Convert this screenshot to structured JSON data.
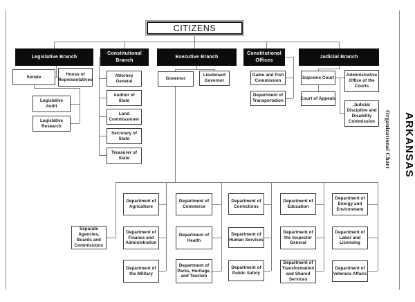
{
  "sidebar": {
    "state": "ARKANSAS",
    "subtitle": "Organizational Chart"
  },
  "root": {
    "label": "CITIZENS"
  },
  "headers": {
    "legislative": "Legislative Branch",
    "constitutional_branch": "Constitutional\nBranch",
    "executive": "Executive Branch",
    "constitutional_offices": "Constitutional\nOffices",
    "judicial": "Judicial Branch"
  },
  "legislative": {
    "senate": "Senate",
    "house": "House of\nRepresentatives",
    "audit": "Legislative\nAudit",
    "research": "Legislative\nResearch"
  },
  "constitutional_branch": {
    "attorney_general": "Attorney\nGeneral",
    "auditor_of_state": "Auditor of\nState",
    "land_commissioner": "Land\nCommissioner",
    "secretary_of_state": "Secretary of\nState",
    "treasurer_of_state": "Treasurer of\nState"
  },
  "executive": {
    "governor": "Governor",
    "lt_governor": "Lieutenant\nGovernor"
  },
  "constitutional_offices": {
    "game_fish": "Game and Fish\nCommission",
    "transportation": "Department of\nTransportation"
  },
  "judicial": {
    "supreme_court": "Supreme Court",
    "court_of_appeals": "Court of Appeals",
    "admin_office": "Administrative\nOffice of the\nCourts",
    "discipline": "Judicial\nDiscipline and\nDisability\nCommission"
  },
  "agencies": {
    "separate": "Separate\nAgencies,\nBoards and\nCommissions",
    "agriculture": "Department of\nAgriculture",
    "finance": "Department of\nFinance and\nAdministration",
    "military": "Department of\nthe Military",
    "commerce": "Department of\nCommerce",
    "health": "Department of\nHealth",
    "parks": "Department of\nParks, Heritage,\nand Tourism",
    "corrections": "Department of\nCorrections",
    "human_services": "Department of\nHuman Services",
    "public_safety": "Department of\nPublic Safety",
    "education": "Department of\nEducation",
    "inspector_general": "Department of\nthe Inspector\nGeneral",
    "transformation": "Department of\nTransformation\nand Shared\nServices",
    "energy": "Department of\nEnergy and\nEnvironment",
    "labor": "Department of\nLabor and\nLicensing",
    "veterans": "Department of\nVeterans Affairs"
  },
  "colors": {
    "header_bg": "#0c0c0c",
    "header_text": "#ffffff",
    "connector": "#7f7f7f",
    "box_border": "#3d3d3d",
    "background": "#ffffff"
  }
}
